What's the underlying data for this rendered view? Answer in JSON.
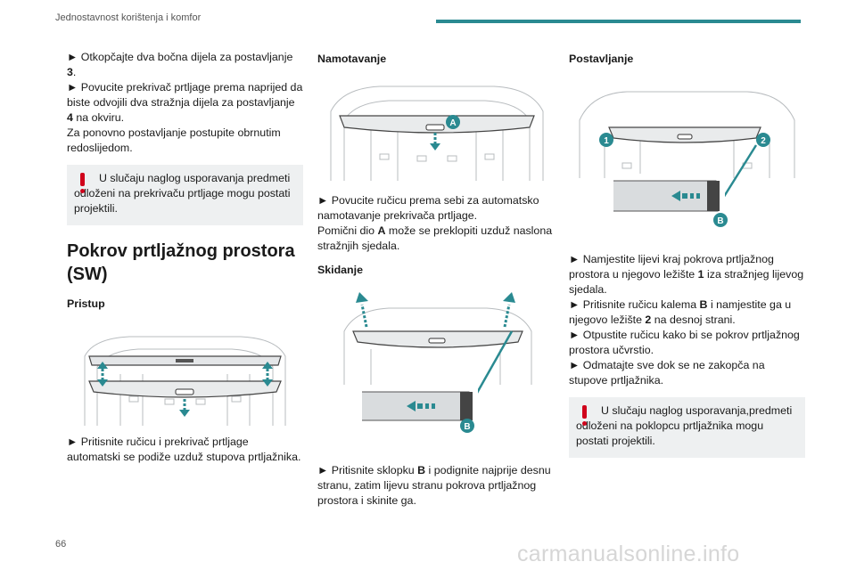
{
  "header": {
    "title": "Jednostavnost korištenja i komfor"
  },
  "col1": {
    "p1_l1": "► Otkopčajte dva bočna dijela za postavljanje",
    "p1_bold": "3",
    "p1_l2": "► Povucite prekrivač prtljage prema naprijed da biste odvojili dva stražnja dijela za postavljanje",
    "p1_bold2": "4",
    "p1_l2b": " na okviru.",
    "p1_l3": "Za ponovno postavljanje postupite obrnutim redoslijedom.",
    "warning": "U slučaju naglog usporavanja predmeti odloženi na prekrivaču prtljage mogu postati projektili.",
    "section_title": "Pokrov prtljažnog prostora (SW)",
    "subhead_access": "Pristup",
    "p_access": "► Pritisnite ručicu i prekrivač prtljage automatski se podiže uzduž stupova prtljažnika."
  },
  "col2": {
    "subhead_wind": "Namotavanje",
    "p_wind1": "► Povucite ručicu prema sebi za automatsko namotavanje prekrivača prtljage.",
    "p_wind2a": "Pomični dio ",
    "p_wind2_bold": "A",
    "p_wind2b": " može se preklopiti uzduž naslona stražnjih sjedala.",
    "subhead_remove": "Skidanje",
    "p_remove_a": "► Pritisnite sklopku ",
    "p_remove_bold": "B",
    "p_remove_b": " i podignite najprije desnu stranu, zatim lijevu stranu pokrova prtljažnog prostora i skinite ga.",
    "label_a": "A",
    "label_b": "B"
  },
  "col3": {
    "subhead_install": "Postavljanje",
    "s1a": "► Namjestite lijevi kraj pokrova prtljažnog prostora u njegovo ležište ",
    "s1_bold": "1",
    "s1b": " iza stražnjeg lijevog sjedala.",
    "s2a": "► Pritisnite ručicu kalema ",
    "s2_bold": "B",
    "s2b": " i namjestite ga u njegovo ležište ",
    "s2_bold2": "2",
    "s2c": " na desnoj strani.",
    "s3": "► Otpustite ručicu kako bi se pokrov prtljažnog prostora učvrstio.",
    "s4": "► Odmatajte sve dok se ne zakopča na stupove prtljažnika.",
    "warning": "U slučaju naglog usporavanja,predmeti odloženi na poklopcu prtljažnika mogu postati projektili.",
    "label_1": "1",
    "label_2": "2",
    "label_b": "B"
  },
  "footer": {
    "page_number": "66",
    "watermark": "carmanualsonline.info"
  },
  "colors": {
    "accent": "#2a8a91",
    "warning": "#d0021b",
    "note_bg": "#eef0f1"
  }
}
